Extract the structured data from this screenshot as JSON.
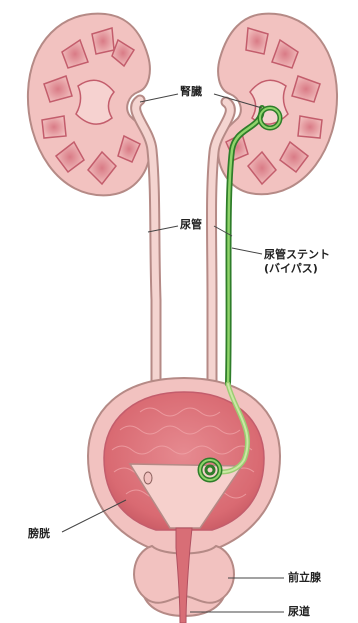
{
  "labels": {
    "kidney": "腎臓",
    "ureter": "尿管",
    "stent_line1": "尿管ステント",
    "stent_line2": "(バイパス)",
    "bladder": "膀胱",
    "prostate": "前立腺",
    "urethra": "尿道"
  },
  "colors": {
    "organ_fill": "#f2c2c0",
    "organ_outline": "#b58a86",
    "kidney_inner": "#c9596a",
    "bladder_inner": "#d86e76",
    "stent": "#3c9a38",
    "stent_light": "#b9e08f",
    "leader_line": "#444444",
    "text": "#222222"
  }
}
